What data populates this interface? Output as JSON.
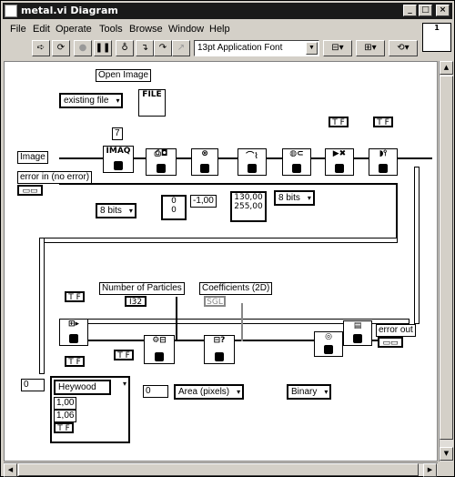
{
  "window": {
    "title": "metal.vi Diagram",
    "title_buttons": [
      "_",
      "□",
      "×"
    ]
  },
  "menubar": {
    "items": [
      "File",
      "Edit",
      "Operate",
      "Tools",
      "Browse",
      "Window",
      "Help"
    ]
  },
  "toolbar": {
    "font_selector": "13pt Application Font"
  },
  "vi_icon": {
    "label": "1"
  },
  "diagram": {
    "open_image_label": "Open Image",
    "existing_file": "existing file",
    "file_icon": "FILE",
    "image_label": "Image",
    "error_in_label": "error in (no error)",
    "imaq_const": "7",
    "imaq_label": "IMAQ",
    "eight_bits_1": "8 bits",
    "eight_bits_2": "8 bits",
    "arr_val_1": "0",
    "arr_val_2": "0",
    "neg_val": "-1,00",
    "thresh_low": "130,00",
    "thresh_high": "255,00",
    "tf_1": "T F",
    "tf_2": "T F",
    "tf_3": "T F",
    "tf_4": "T F",
    "tf_5": "T F",
    "tf_6": "T F",
    "num_particles_label": "Number of Particles",
    "coefficients_label": "Coefficients (2D)",
    "i32": "I32",
    "sgl": "SGL",
    "error_out_label": "error out",
    "heywood_index": "0",
    "heywood": "Heywood",
    "heywood_v1": "1,00",
    "heywood_v2": "1,06",
    "area_index": "0",
    "area_pixels": "Area (pixels)",
    "binary": "Binary"
  }
}
